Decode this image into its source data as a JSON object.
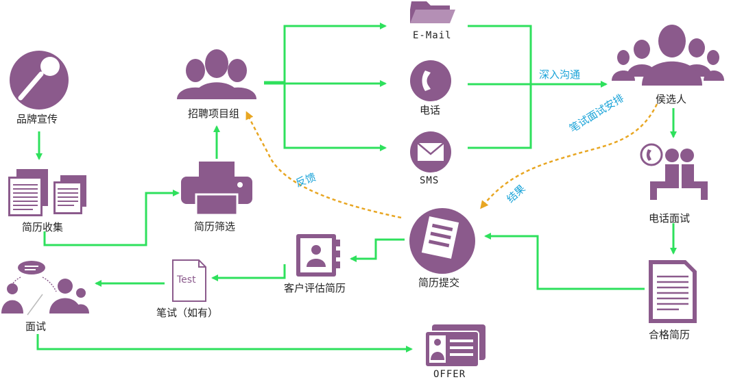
{
  "nodes": {
    "brand": "品牌宣传",
    "collect": "简历收集",
    "screen": "简历筛选",
    "team": "招聘项目组",
    "email": "E-Mail",
    "phone": "电话",
    "sms": "SMS",
    "candidate": "侯选人",
    "phone_interview": "电话面试",
    "qualified": "合格简历",
    "submit": "简历提交",
    "client_eval": "客户评估简历",
    "written_test": "笔试（如有）",
    "interview": "面试",
    "offer": "OFFER",
    "test_doc": "Test"
  },
  "edge_labels": {
    "deep_comm": "深入沟通",
    "arrange": "笔试面试安排",
    "result": "结果",
    "feedback": "反馈"
  },
  "colors": {
    "purple": "#8b5a8c",
    "green": "#2ee05c",
    "orange": "#e8a622",
    "blue_text": "#1aa3d8"
  }
}
